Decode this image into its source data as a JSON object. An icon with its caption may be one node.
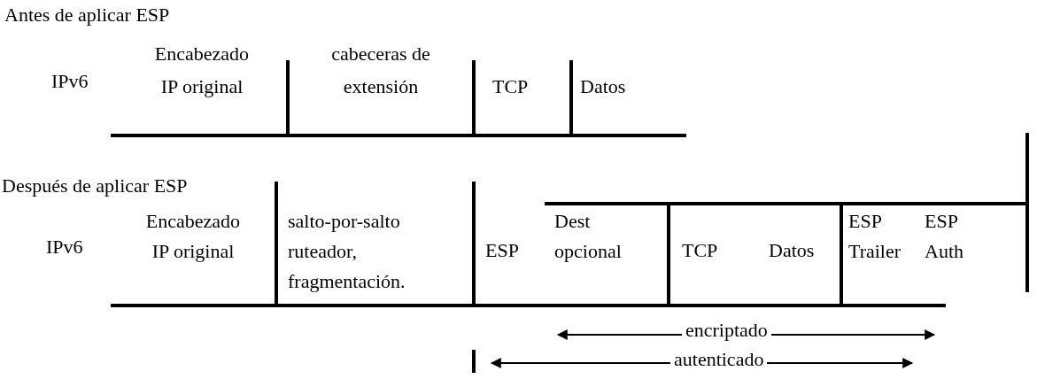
{
  "diagram": {
    "nodes": [
      {
        "text": [
          "Encabezado IP original"
        ]
      },
      {
        "text": [
          "cabeceras de extensión"
        ]
      },
      {
        "text": [
          "TCP"
        ]
      },
      {
        "text": [
          "Datos"
        ]
      },
      {
        "text": [
          "Encabezado IP original"
        ]
      },
      {
        "text": [
          "salto-por-salto ruteador, fragmentación."
        ]
      },
      {
        "text": [
          "ESP"
        ]
      },
      {
        "text": [
          "Dest opcional"
        ]
      },
      {
        "text": [
          "TCP"
        ]
      },
      {
        "text": [
          "Datos"
        ]
      },
      {
        "text": [
          "ESP Trailer"
        ]
      },
      {
        "text": [
          "ESP Auth"
        ]
      }
    ],
    "labels": [
      "Antes de aplicar ESP",
      "IPv6",
      "Después de aplicar ESP",
      "IPv6",
      "encriptado",
      "autenticado"
    ]
  }
}
